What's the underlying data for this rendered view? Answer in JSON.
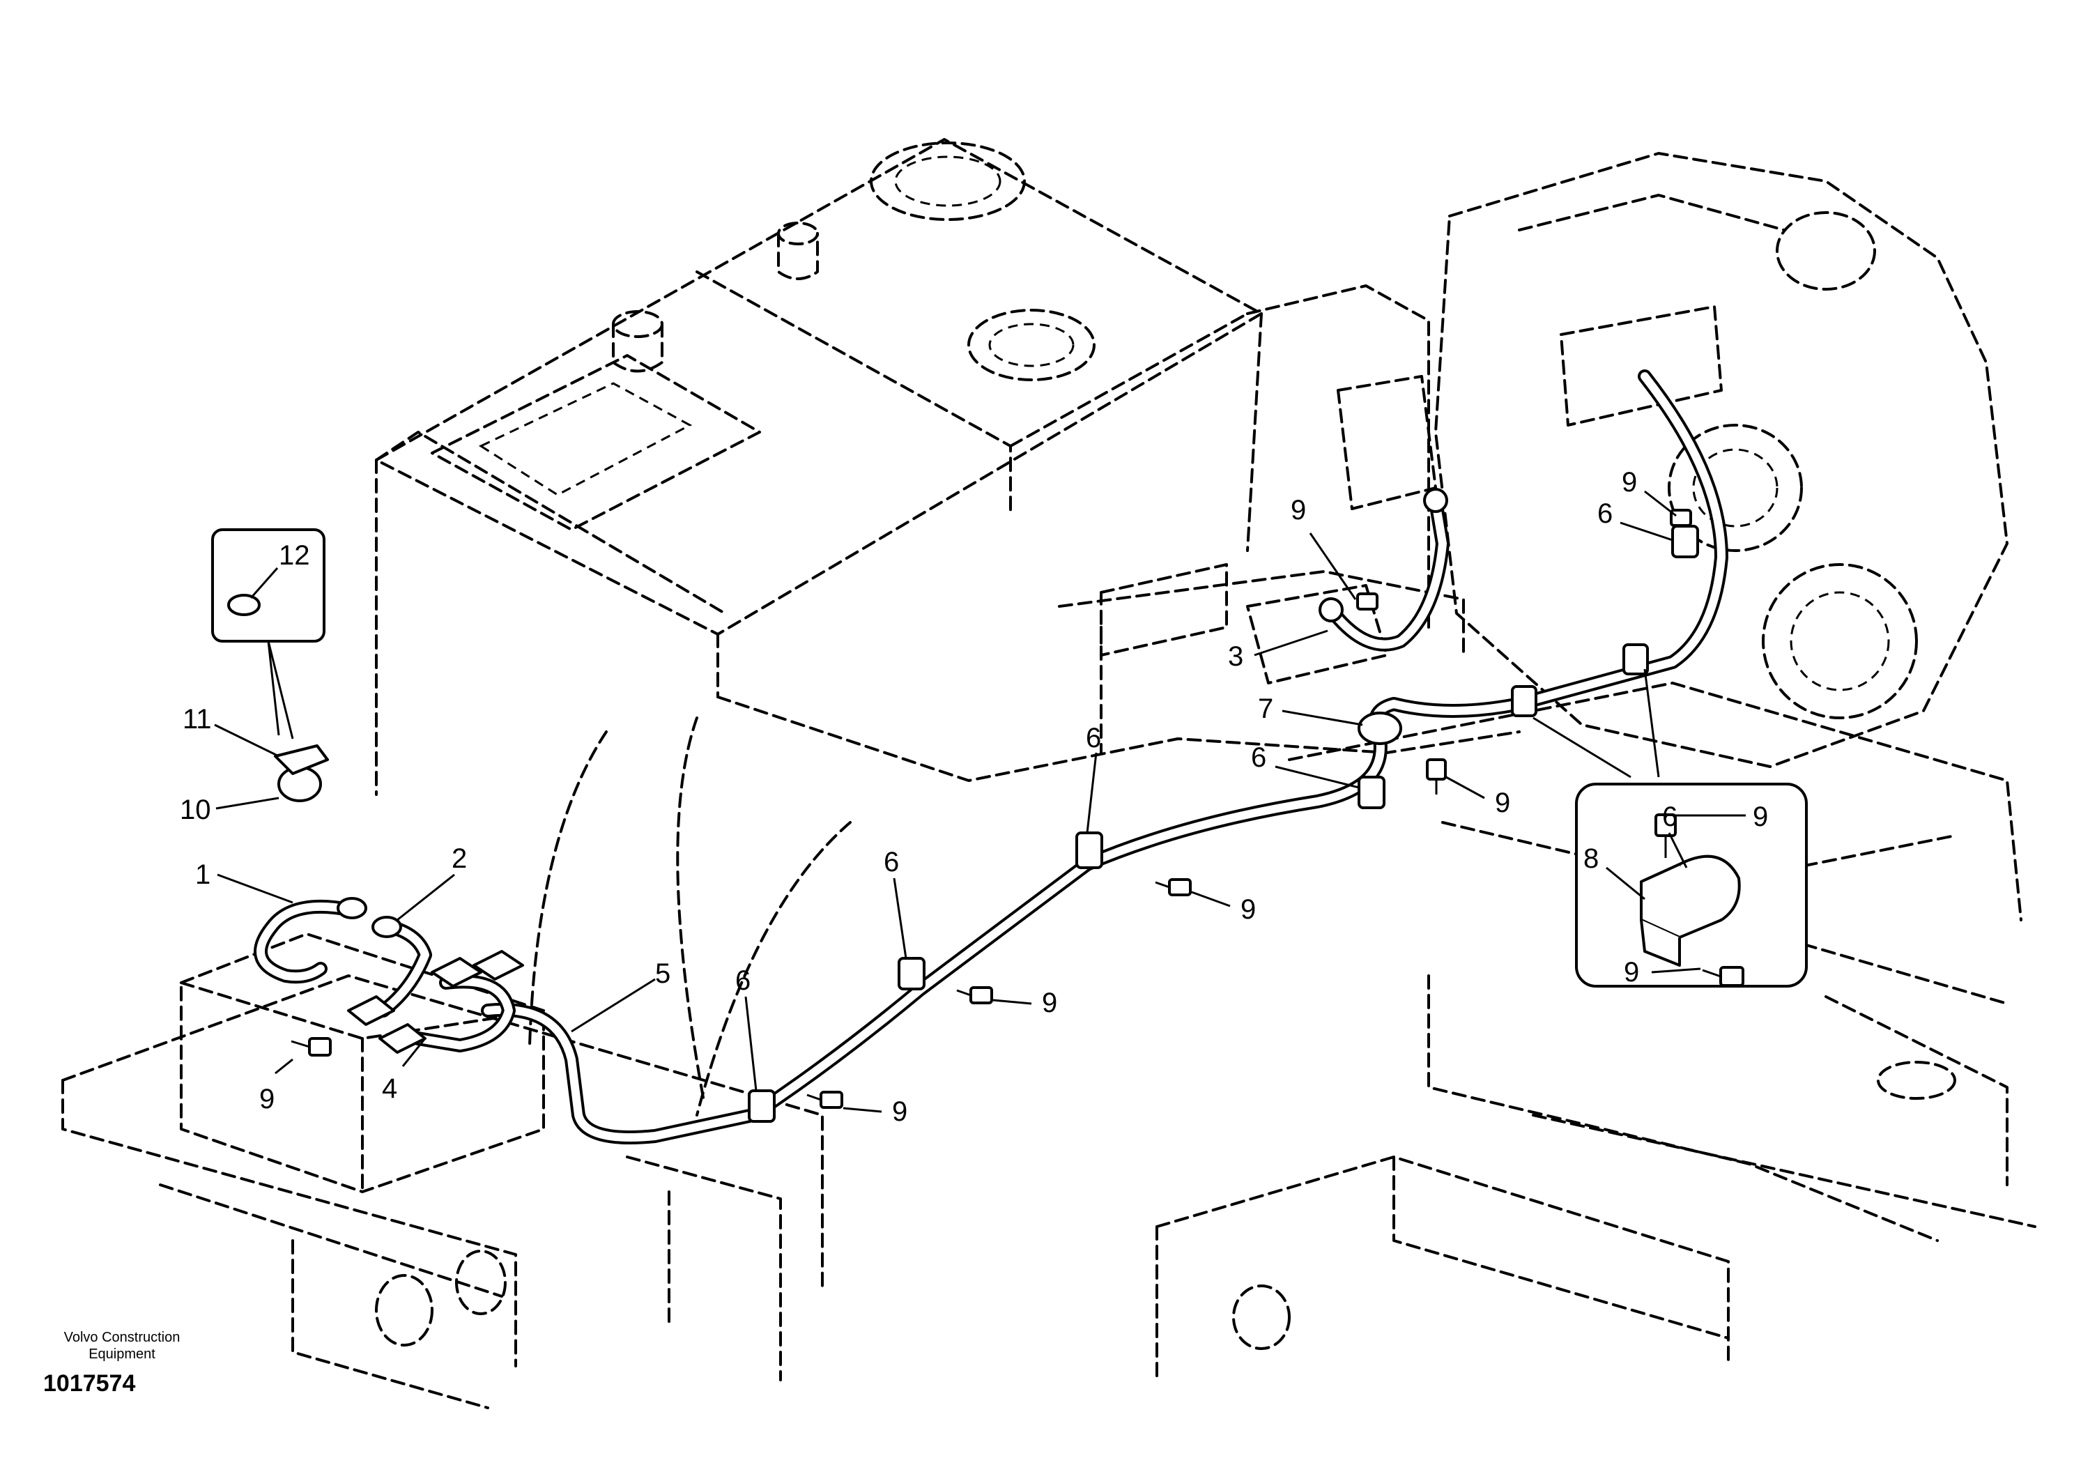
{
  "callouts": {
    "c1": "1",
    "c2": "2",
    "c3": "3",
    "c4": "4",
    "c5": "5",
    "c6a": "6",
    "c6b": "6",
    "c6c": "6",
    "c6d": "6",
    "c6e": "6",
    "c6f": "6",
    "c7": "7",
    "c8": "8",
    "c9a": "9",
    "c9b": "9",
    "c9c": "9",
    "c9d": "9",
    "c9e": "9",
    "c9f": "9",
    "c9g": "9",
    "c9h": "9",
    "c9i": "9",
    "c10": "10",
    "c11": "11",
    "c12": "12"
  },
  "footer": {
    "brand_line1": "Volvo Construction",
    "brand_line2": "Equipment",
    "drawing_number": "1017574"
  }
}
